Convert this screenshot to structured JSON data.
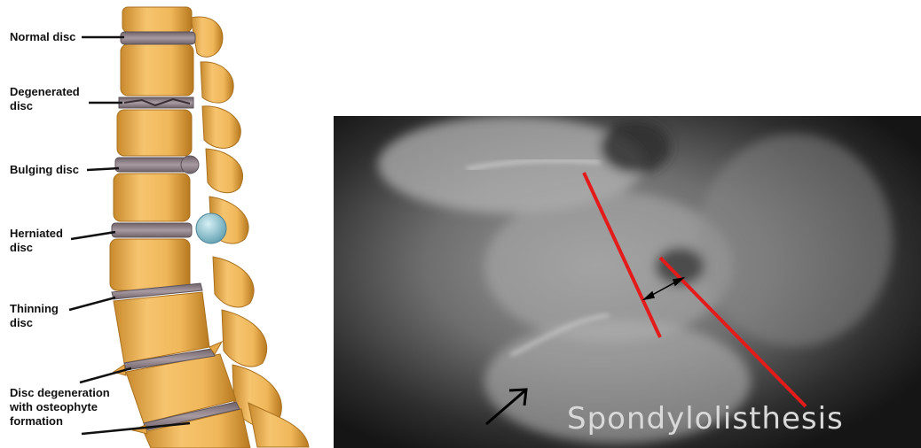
{
  "labels": {
    "normal_disc": "Normal disc",
    "degenerated_disc_line1": "Degenerated",
    "degenerated_disc_line2": "disc",
    "bulging_disc": "Bulging disc",
    "herniated_disc_line1": "Herniated",
    "herniated_disc_line2": "disc",
    "thinning_disc_line1": "Thinning",
    "thinning_disc_line2": "disc",
    "osteophyte_line1": "Disc degeneration",
    "osteophyte_line2": "with osteophyte",
    "osteophyte_line3": "formation"
  },
  "xray": {
    "caption": "Spondylolisthesis"
  },
  "colors": {
    "bone": "#f0b75a",
    "bone_shadow": "#c98a2e",
    "disc": "#8c7f86",
    "herniation": "#8fc3d0",
    "marker_line": "#e41b1b",
    "xray_bg": "#1b1b1b"
  }
}
